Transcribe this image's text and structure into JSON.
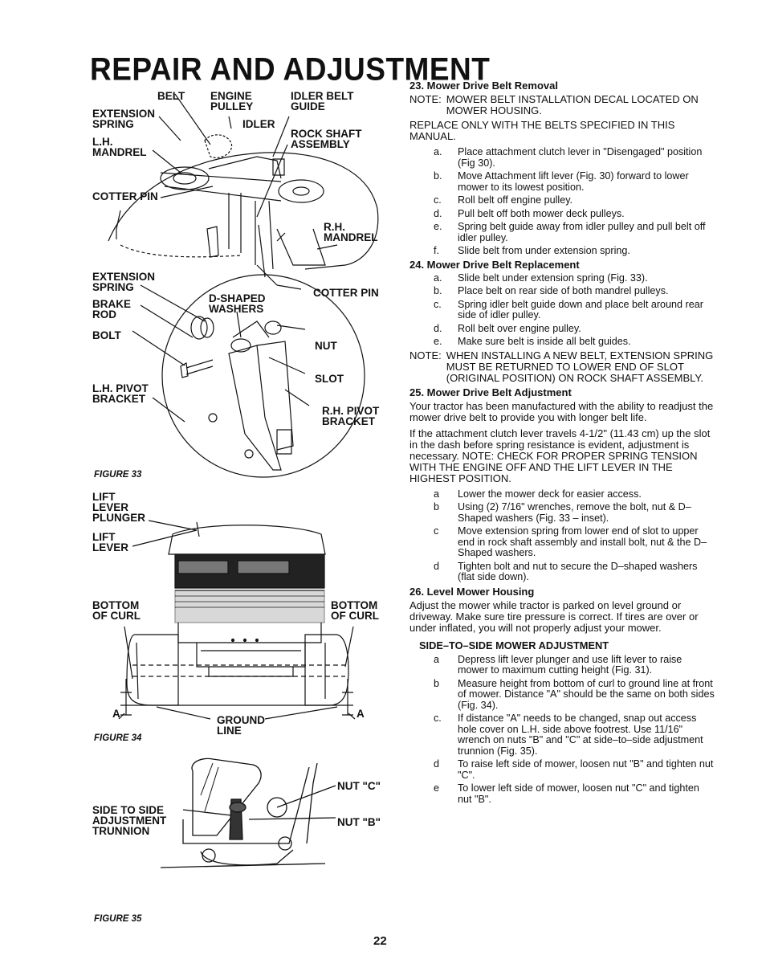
{
  "page_title": "REPAIR AND ADJUSTMENT",
  "page_number": "22",
  "figure33": {
    "caption": "FIGURE 33",
    "labels": {
      "belt": "BELT",
      "engine_pulley": "ENGINE\nPULLEY",
      "idler_belt_guide": "IDLER BELT\nGUIDE",
      "extension_spring_top": "EXTENSION\nSPRING",
      "idler": "IDLER",
      "lh_mandrel": "L.H.\nMANDREL",
      "rock_shaft": "ROCK SHAFT\nASSEMBLY",
      "cotter_pin_top": "COTTER PIN",
      "rh_mandrel": "R.H.\nMANDREL",
      "extension_spring_bottom": "EXTENSION\nSPRING",
      "brake_rod": "BRAKE\nROD",
      "d_shaped": "D-SHAPED\nWASHERS",
      "cotter_pin_right": "COTTER PIN",
      "bolt": "BOLT",
      "nut": "NUT",
      "slot": "SLOT",
      "lh_pivot": "L.H. PIVOT\nBRACKET",
      "rh_pivot": "R.H. PIVOT\nBRACKET"
    }
  },
  "figure34": {
    "caption": "FIGURE 34",
    "labels": {
      "lift_lever_plunger": "LIFT\nLEVER\nPLUNGER",
      "lift_lever": "LIFT\nLEVER",
      "bottom_curl_left": "BOTTOM\nOF CURL",
      "bottom_curl_right": "BOTTOM\nOF CURL",
      "a_left": "A",
      "a_right": "A",
      "ground_line": "GROUND\nLINE"
    }
  },
  "figure35": {
    "caption": "FIGURE 35",
    "labels": {
      "nut_c": "NUT \"C\"",
      "nut_b": "NUT \"B\"",
      "trunnion": "SIDE TO SIDE\nADJUSTMENT\nTRUNNION"
    }
  },
  "section23": {
    "heading": "23. Mower Drive Belt Removal",
    "note_key": "NOTE:",
    "note_text": "MOWER BELT INSTALLATION DECAL LOCATED ON MOWER HOUSING.",
    "intro": "REPLACE ONLY WITH THE BELTS SPECIFIED IN THIS MANUAL.",
    "steps": [
      {
        "k": "a.",
        "t": "Place attachment clutch lever in \"Disengaged\" position (Fig 30)."
      },
      {
        "k": "b.",
        "t": "Move Attachment lift lever (Fig. 30) forward to lower mower to its lowest position."
      },
      {
        "k": "c.",
        "t": "Roll belt off engine pulley."
      },
      {
        "k": "d.",
        "t": "Pull belt off both mower deck pulleys."
      },
      {
        "k": "e.",
        "t": "Spring belt guide away from idler pulley and pull belt off idler pulley."
      },
      {
        "k": "f.",
        "t": "Slide belt from under extension spring."
      }
    ]
  },
  "section24": {
    "heading": "24. Mower Drive Belt Replacement",
    "steps": [
      {
        "k": "a.",
        "t": "Slide belt under extension spring (Fig. 33)."
      },
      {
        "k": "b.",
        "t": "Place belt on rear side of both mandrel pulleys."
      },
      {
        "k": "c.",
        "t": "Spring idler belt guide down and place belt around rear side of idler pulley."
      },
      {
        "k": "d.",
        "t": "Roll belt over engine pulley."
      },
      {
        "k": "e.",
        "t": "Make sure belt is inside all belt guides."
      }
    ],
    "note_key": "NOTE:",
    "note_text": "WHEN INSTALLING A NEW BELT, EXTENSION SPRING MUST BE RETURNED TO LOWER END OF SLOT (ORIGINAL POSITION) ON ROCK SHAFT ASSEMBLY."
  },
  "section25": {
    "heading": "25. Mower Drive Belt Adjustment",
    "para1": "Your tractor has been manufactured with the ability to readjust the mower drive belt to provide you with longer belt life.",
    "para2": "If the attachment clutch lever travels 4-1/2\" (11.43 cm) up the slot in the dash before spring resistance is evident, adjustment is necessary. NOTE: CHECK FOR PROPER SPRING TENSION WITH THE ENGINE OFF AND THE LIFT LEVER IN THE HIGHEST POSITION.",
    "steps": [
      {
        "k": "a",
        "t": "Lower the mower deck for easier access."
      },
      {
        "k": "b",
        "t": "Using (2) 7/16\" wrenches, remove the bolt, nut & D–Shaped washers (Fig. 33 – inset)."
      },
      {
        "k": "c",
        "t": "Move extension spring from lower end of slot to upper end in rock shaft assembly and install bolt, nut & the D–Shaped washers."
      },
      {
        "k": "d",
        "t": "Tighten bolt and nut to secure the D–shaped washers (flat side down)."
      }
    ]
  },
  "section26": {
    "heading": "26. Level Mower Housing",
    "para": "Adjust the mower while tractor is parked on level ground or driveway. Make sure tire pressure is correct. If tires are over or under inflated, you will not properly adjust your mower.",
    "sub": "SIDE–TO–SIDE MOWER ADJUSTMENT",
    "steps": [
      {
        "k": "a",
        "t": "Depress lift lever plunger and use lift lever to raise mower to maximum cutting height (Fig. 31)."
      },
      {
        "k": "b",
        "t": "Measure height from bottom of curl to ground line at front of mower. Distance \"A\" should be the same on both sides (Fig. 34)."
      },
      {
        "k": "c.",
        "t": "If distance \"A\" needs to be changed, snap out access hole cover on L.H. side above footrest. Use 11/16\" wrench on nuts \"B\" and \"C\" at side–to–side adjustment trunnion (Fig. 35)."
      },
      {
        "k": "d",
        "t": "To raise left side of mower, loosen nut \"B\" and tighten nut \"C\"."
      },
      {
        "k": "e",
        "t": "To lower left side of mower, loosen nut \"C\" and tighten nut \"B\"."
      }
    ]
  }
}
